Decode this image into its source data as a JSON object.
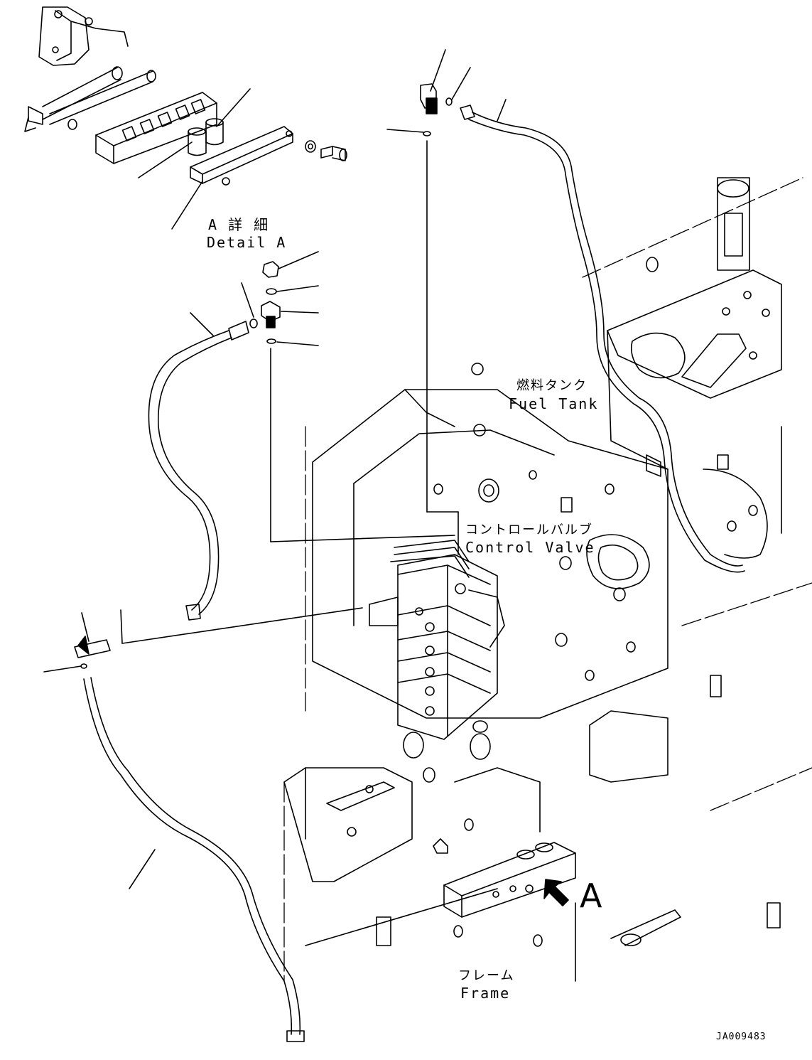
{
  "drawing": {
    "detail_label_jp": "A 詳 細",
    "detail_label_en": "Detail A",
    "fuel_tank_jp": "燃料タンク",
    "fuel_tank_en": "Fuel Tank",
    "control_valve_jp": "コントロールバルブ",
    "control_valve_en": "Control Valve",
    "frame_jp": "フレーム",
    "frame_en": "Frame",
    "view_marker": "A",
    "drawing_code": "JA009483"
  },
  "colors": {
    "ink": "#000000",
    "paper": "#ffffff"
  }
}
